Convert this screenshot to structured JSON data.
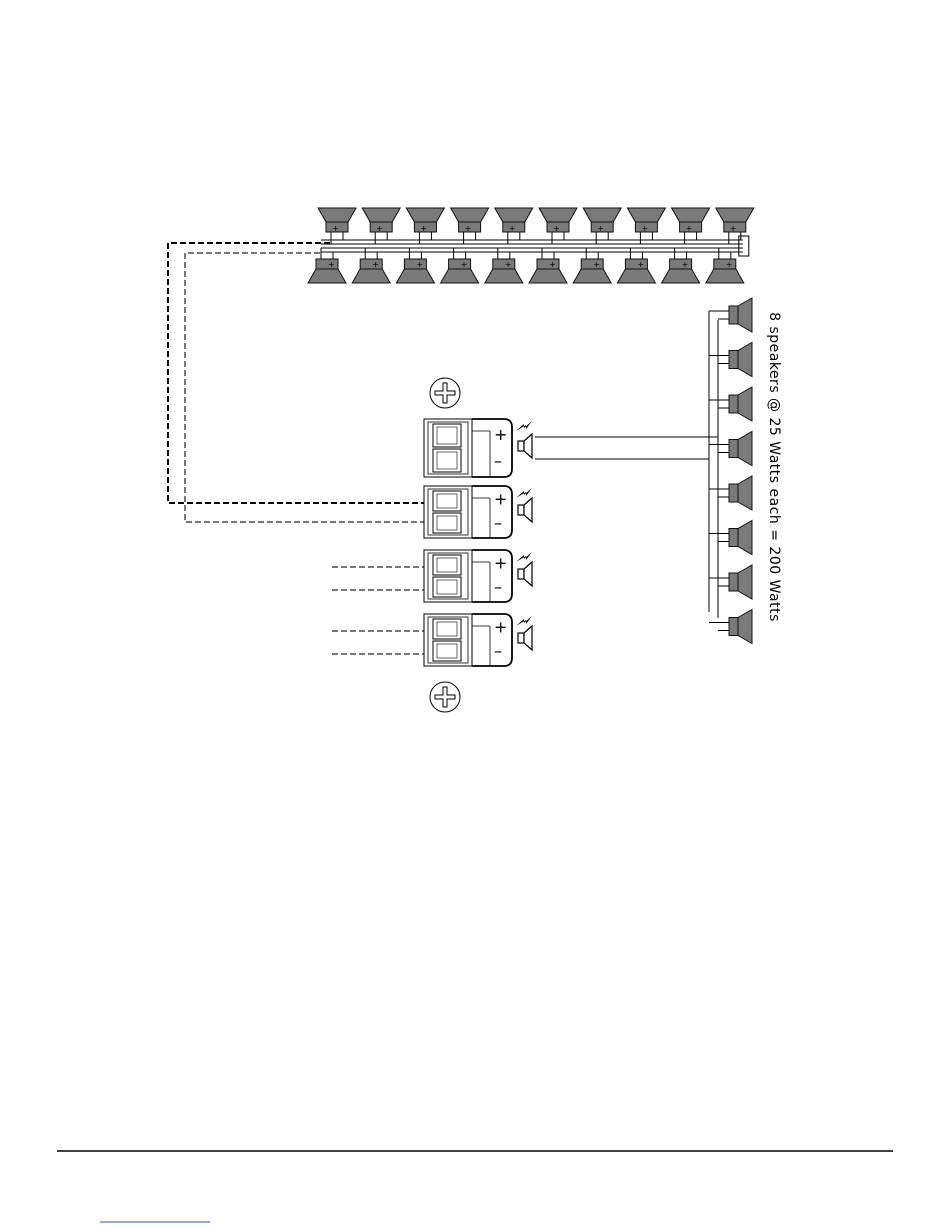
{
  "diagram": {
    "caption": "8 speakers @ 25 Watts each = 200 Watts",
    "plus_symbol": "+",
    "minus_symbol": "–",
    "top_speakers_per_row": 10,
    "side_speaker_count": 8,
    "amp_channel_count": 4,
    "colors": {
      "speaker_fill": "#7a7a7a",
      "speaker_stroke": "#111111",
      "wire": "#000000",
      "dashed_primary": "#000000",
      "dashed_secondary": "#777777"
    }
  }
}
